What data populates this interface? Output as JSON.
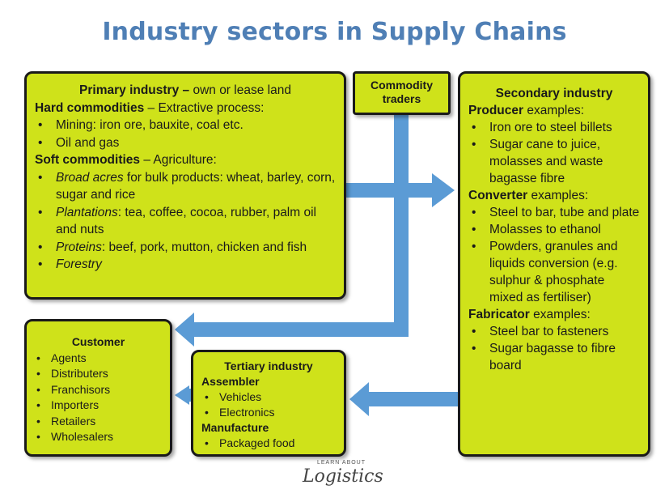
{
  "title": "Industry sectors in Supply Chains",
  "colors": {
    "title": "#4f7fb5",
    "box_fill": "#cfe21a",
    "arrow": "#5b9bd5"
  },
  "primary": {
    "heading_bold": "Primary industry –",
    "heading_rest": " own or lease land",
    "hard_bold": "Hard commodities",
    "hard_rest": " – Extractive process:",
    "hard_items": [
      "Mining: iron ore, bauxite, coal etc.",
      "Oil and gas"
    ],
    "soft_bold": "Soft commodities",
    "soft_rest": " – Agriculture:",
    "soft_items": [
      {
        "lead": "Broad acres",
        "rest": " for bulk products: wheat, barley, corn, sugar and rice"
      },
      {
        "lead": "Plantations",
        "rest": ": tea, coffee, cocoa, rubber, palm oil and nuts"
      },
      {
        "lead": "Proteins",
        "rest": ": beef, pork, mutton, chicken and fish"
      },
      {
        "lead": "Forestry",
        "rest": ""
      }
    ]
  },
  "traders": {
    "label": "Commodity traders"
  },
  "secondary": {
    "heading": "Secondary industry",
    "producer_bold": "Producer",
    "producer_rest": " examples:",
    "producer_items": [
      "Iron ore to steel billets",
      "Sugar cane to juice, molasses and waste bagasse fibre"
    ],
    "converter_bold": "Converter",
    "converter_rest": " examples:",
    "converter_items": [
      "Steel to bar, tube and plate",
      "Molasses to ethanol",
      "Powders, granules and liquids conversion (e.g. sulphur & phosphate mixed as fertiliser)"
    ],
    "fabricator_bold": "Fabricator",
    "fabricator_rest": " examples:",
    "fabricator_items": [
      "Steel bar to fasteners",
      "Sugar bagasse to fibre board"
    ]
  },
  "customer": {
    "heading": "Customer",
    "items": [
      "Agents",
      "Distributers",
      "Franchisors",
      "Importers",
      "Retailers",
      "Wholesalers"
    ]
  },
  "tertiary": {
    "heading": "Tertiary industry",
    "assembler": "Assembler",
    "assembler_items": [
      "Vehicles",
      "Electronics"
    ],
    "manufacture": "Manufacture",
    "manufacture_items": [
      "Packaged food"
    ]
  },
  "logo": {
    "small": "LEARN ABOUT",
    "main": "Logistics"
  }
}
